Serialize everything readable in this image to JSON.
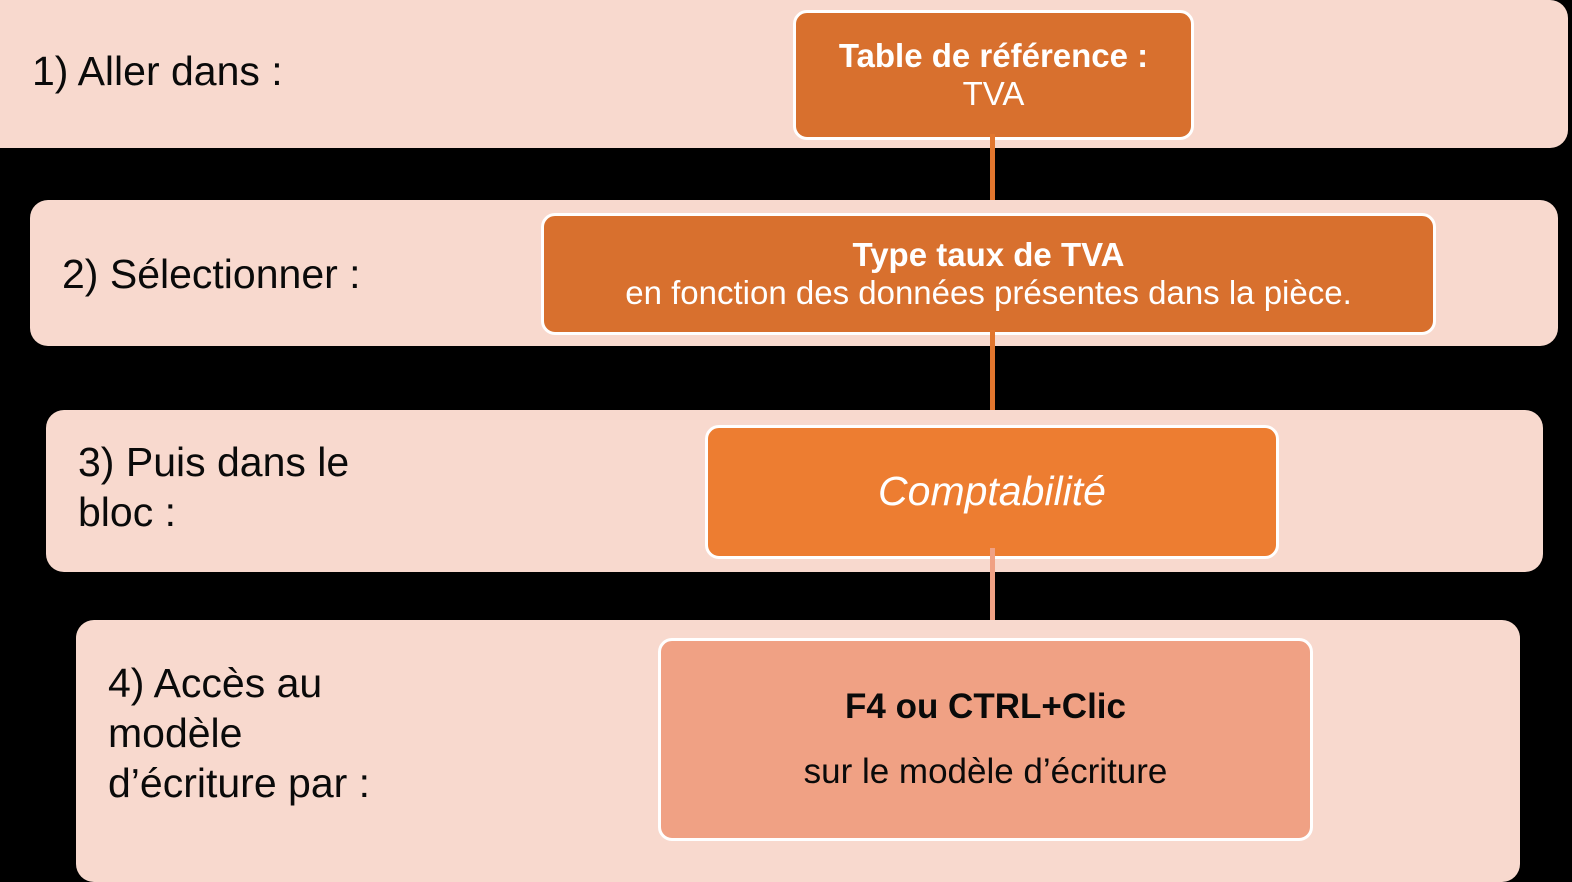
{
  "colors": {
    "background": "#000000",
    "panel_pink": "#F8D9CE",
    "box_orange_dark": "#D8702E",
    "box_orange_light": "#ED7D31",
    "box_salmon": "#F0A184",
    "connector_orange": "#E2762E",
    "connector_salmon": "#F0A184",
    "text_white": "#FFFFFF",
    "text_black": "#0A0A0A"
  },
  "steps": [
    {
      "label": "1) Aller dans :",
      "box": {
        "line1": "Table de référence :",
        "line2": "TVA"
      }
    },
    {
      "label": "2) Sélectionner :",
      "box": {
        "line1": "Type taux de TVA",
        "line2": "en fonction des données présentes dans la pièce."
      }
    },
    {
      "label": "3) Puis dans le\nbloc :",
      "box": {
        "line1": "Comptabilité"
      }
    },
    {
      "label": "4) Accès au\nmodèle\nd’écriture par :",
      "box": {
        "line1": "F4 ou CTRL+Clic",
        "line2": "sur le modèle d’écriture"
      }
    }
  ]
}
